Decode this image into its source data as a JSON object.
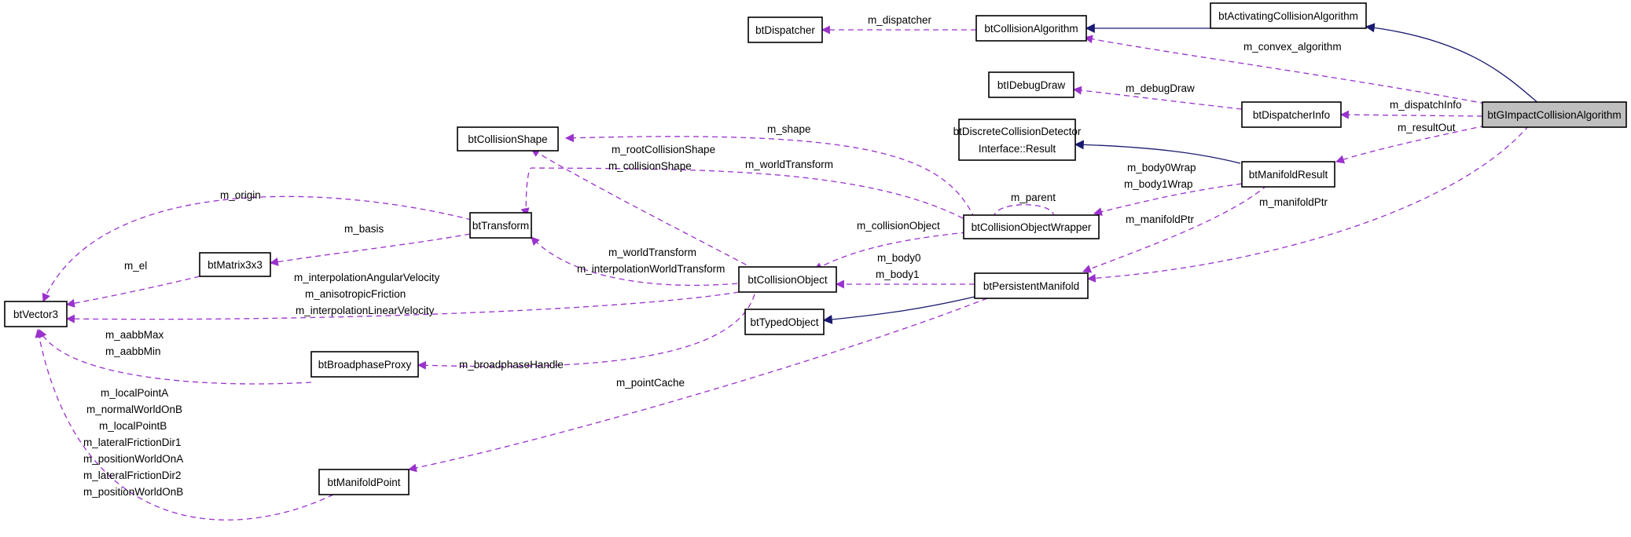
{
  "colors": {
    "association": "#9a32cd",
    "inheritance": "#191970",
    "highlight_fill": "#bfbfbf"
  },
  "nodes": {
    "btVector3": "btVector3",
    "btMatrix3x3": "btMatrix3x3",
    "btTransform": "btTransform",
    "btCollisionShape": "btCollisionShape",
    "btBroadphaseProxy": "btBroadphaseProxy",
    "btManifoldPoint": "btManifoldPoint",
    "btCollisionObject": "btCollisionObject",
    "btTypedObject": "btTypedObject",
    "btDispatcher": "btDispatcher",
    "btCollisionAlgorithm": "btCollisionAlgorithm",
    "btActivatingCollisionAlgorithm": "btActivatingCollisionAlgorithm",
    "btIDebugDraw": "btIDebugDraw",
    "btDiscreteResult_line1": "btDiscreteCollisionDetector",
    "btDiscreteResult_line2": "Interface::Result",
    "btCollisionObjectWrapper": "btCollisionObjectWrapper",
    "btPersistentManifold": "btPersistentManifold",
    "btDispatcherInfo": "btDispatcherInfo",
    "btManifoldResult": "btManifoldResult",
    "btGImpactCollisionAlgorithm": "btGImpactCollisionAlgorithm"
  },
  "labels": {
    "m_origin": "m_origin",
    "m_basis": "m_basis",
    "m_el": "m_el",
    "interp_angular": "m_interpolationAngularVelocity",
    "anisotropic": "m_anisotropicFriction",
    "interp_linear": "m_interpolationLinearVelocity",
    "m_aabbMax": "m_aabbMax",
    "m_aabbMin": "m_aabbMin",
    "m_localPointA": "m_localPointA",
    "m_normalWorldOnB": "m_normalWorldOnB",
    "m_localPointB": "m_localPointB",
    "m_lateralFrictionDir1": "m_lateralFrictionDir1",
    "m_positionWorldOnA": "m_positionWorldOnA",
    "m_lateralFrictionDir2": "m_lateralFrictionDir2",
    "m_positionWorldOnB": "m_positionWorldOnB",
    "m_rootCollisionShape": "m_rootCollisionShape",
    "m_collisionShape": "m_collisionShape",
    "m_shape": "m_shape",
    "m_worldTransform_wrapper": "m_worldTransform",
    "m_worldTransform_obj": "m_worldTransform",
    "m_interpolationWorldTransform": "m_interpolationWorldTransform",
    "m_broadphaseHandle": "m_broadphaseHandle",
    "m_pointCache": "m_pointCache",
    "m_collisionObject": "m_collisionObject",
    "m_parent": "m_parent",
    "m_body0": "m_body0",
    "m_body1": "m_body1",
    "m_dispatcher": "m_dispatcher",
    "m_convex_algorithm": "m_convex_algorithm",
    "m_debugDraw": "m_debugDraw",
    "m_dispatchInfo": "m_dispatchInfo",
    "m_resultOut": "m_resultOut",
    "m_body0Wrap": "m_body0Wrap",
    "m_body1Wrap": "m_body1Wrap",
    "m_manifoldPtr_result": "m_manifoldPtr",
    "m_manifoldPtr_algo": "m_manifoldPtr"
  }
}
